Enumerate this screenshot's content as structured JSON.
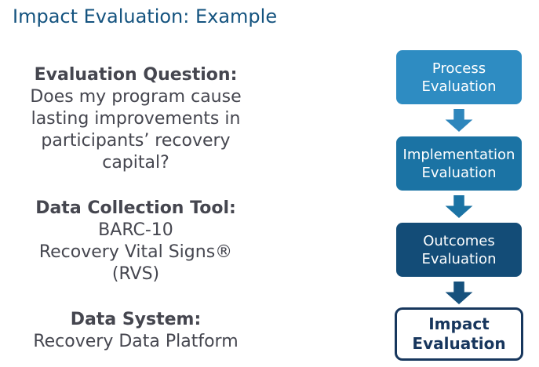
{
  "title": "Impact Evaluation: Example",
  "colors": {
    "background": "#FFFFFF",
    "title": "#14537F",
    "body_text": "#45464F"
  },
  "sections": [
    {
      "heading": "Evaluation Question:",
      "lines": [
        "Does my program cause",
        "lasting improvements in",
        "participants’ recovery",
        "capital?"
      ]
    },
    {
      "heading": "Data Collection Tool:",
      "lines": [
        "BARC-10",
        "Recovery Vital Signs®",
        "(RVS)"
      ]
    },
    {
      "heading": "Data System:",
      "lines": [
        "Recovery Data Platform"
      ]
    }
  ],
  "flowchart": {
    "steps": [
      {
        "label": "Process Evaluation",
        "fill": "#2E8CC2",
        "text_color": "#FFFFFF",
        "border": "#FFFFFF",
        "arrow_color": "#2E86BC"
      },
      {
        "label": "Implementation Evaluation",
        "fill": "#1B73A4",
        "text_color": "#FFFFFF",
        "border": "#FFFFFF",
        "arrow_color": "#1B73A4"
      },
      {
        "label": "Outcomes Evaluation",
        "fill": "#134C77",
        "text_color": "#FFFFFF",
        "border": "#FFFFFF",
        "arrow_color": "#16517D"
      },
      {
        "label": "Impact Evaluation",
        "fill": "#FFFFFF",
        "text_color": "#17365D",
        "border": "#17375D"
      }
    ]
  }
}
